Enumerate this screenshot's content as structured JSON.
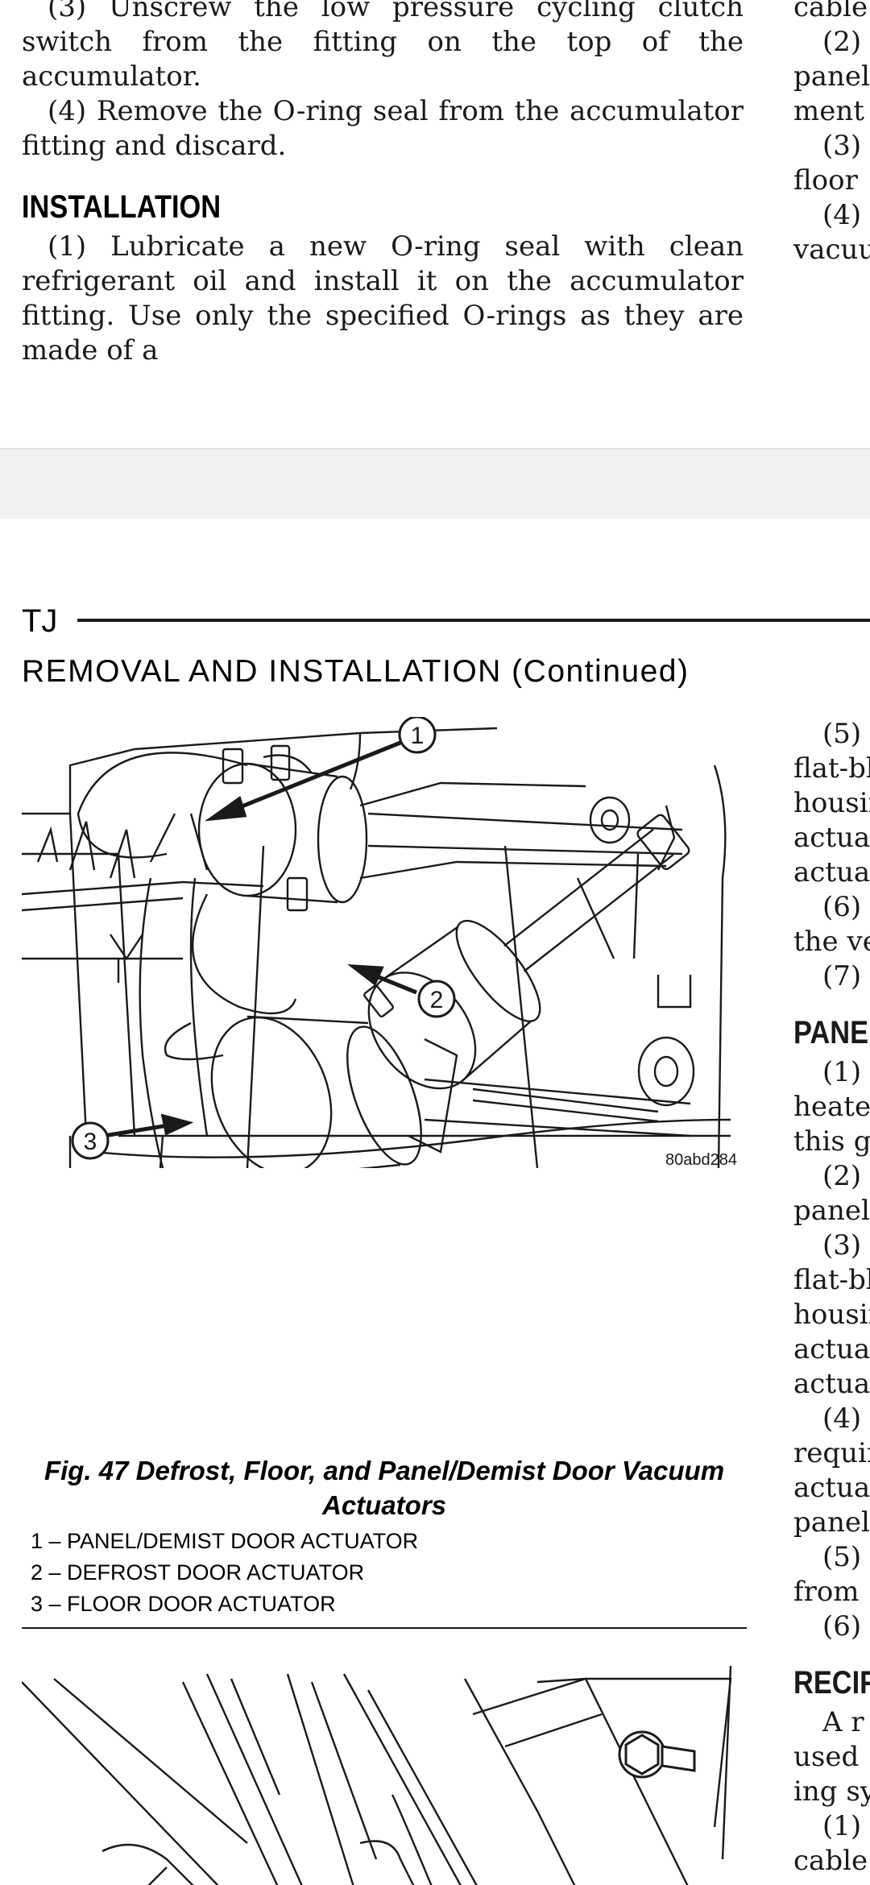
{
  "page1": {
    "left_paragraphs": [
      "(3) Unscrew the low pressure cycling clutch switch from the fitting on the top of the accumulator.",
      "(4) Remove the O-ring seal from the accumulator fitting and discard."
    ],
    "heading": "INSTALLATION",
    "installation_paragraph": "(1) Lubricate a new O-ring seal with clean refrigerant oil and install it on the accumulator fitting. Use only the specified O-rings as they are made of a",
    "right_lines": [
      "cable.",
      "(2)",
      "panel.",
      "ment",
      "(3)",
      "floor",
      "(4)",
      "vacuu"
    ]
  },
  "page2": {
    "running_head": "TJ",
    "section_title": "REMOVAL AND INSTALLATION (Continued)",
    "figure": {
      "callouts": [
        "1",
        "2",
        "3"
      ],
      "code": "80abd284",
      "caption": "Fig. 47 Defrost, Floor, and Panel/Demist Door Vacuum Actuators",
      "legend": [
        "1 – PANEL/DEMIST DOOR ACTUATOR",
        "2 – DEFROST DOOR ACTUATOR",
        "3 – FLOOR DOOR ACTUATOR"
      ]
    },
    "right_lines_a": [
      "(5)",
      "flat-bl",
      "housin",
      "actuat",
      "actuat",
      "(6)",
      "the ve",
      "(7)"
    ],
    "right_heading_1": "PANE",
    "right_lines_b": [
      "(1)",
      "heater",
      "this g",
      "(2)",
      "panel/",
      "(3)",
      "flat-bl",
      "housin",
      "actuat",
      "actuat",
      "(4)",
      "requir",
      "actuat",
      "panel/",
      "(5)",
      "from",
      "(6)"
    ],
    "right_heading_2": "RECIF",
    "right_lines_c": [
      "A r",
      "used",
      "ing sy",
      "(1)",
      "cable."
    ]
  }
}
